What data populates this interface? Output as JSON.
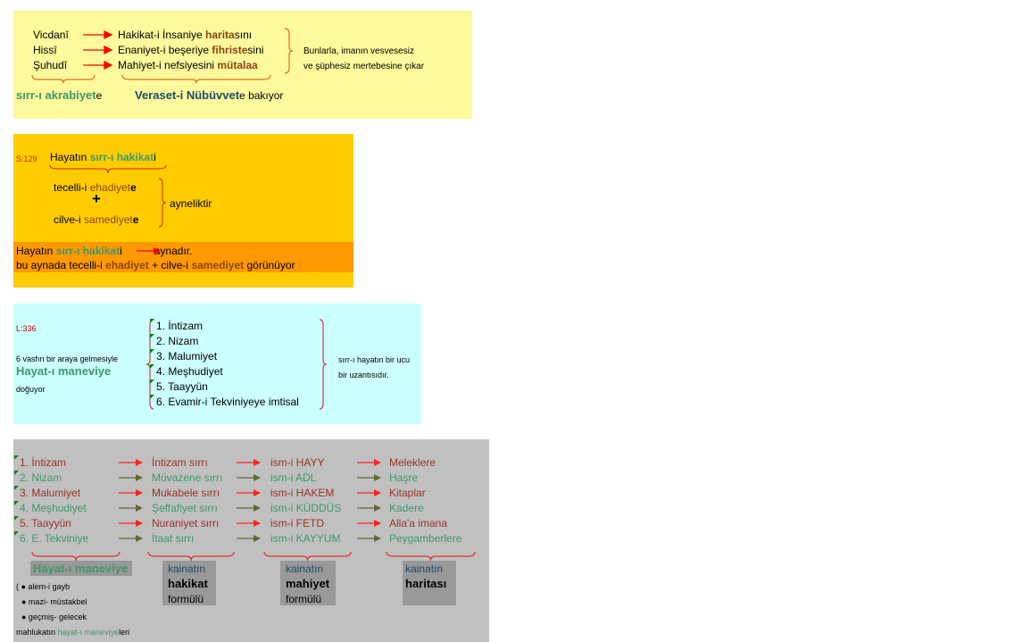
{
  "panel1": {
    "left": [
      "Vicdanî",
      "Hissî",
      "Şuhudî"
    ],
    "middle": [
      {
        "a": "Hakikat-i İnsaniye ",
        "b": "harita",
        "c": "sını"
      },
      {
        "a": "Enaniyet-i beşeriye ",
        "b": "fihriste",
        "c": "sini"
      },
      {
        "a": "Mahiyet-i nefsiyesini ",
        "b": "mütalaa",
        "c": ""
      }
    ],
    "right": [
      "Bunlarla, imanın vesvesesiz",
      "ve şüphesiz mertebesine çıkar"
    ],
    "bottom_left": {
      "a": "sırr-ı akrabiyet",
      "b": "e"
    },
    "bottom_right": {
      "a": "Veraset-i Nübüvvet",
      "b": "e",
      "c": " bakıyor"
    }
  },
  "panel2": {
    "ref": "S:129",
    "title": {
      "a": "Hayatın ",
      "b": "sırr-ı hakikat",
      "c": "i"
    },
    "line1": {
      "a": "tecelli-i ",
      "b": "ehadiyet",
      "c": "e"
    },
    "plus": "+",
    "line2": {
      "a": "cilve-i ",
      "b": "samediyet",
      "c": "e"
    },
    "result": "ayneliktir",
    "band1": {
      "a": "Hayatın ",
      "b": "sırr-ı hakikat",
      "c": "i",
      "d": "aynadır."
    },
    "band2": {
      "a": "bu aynada tecelli-i ",
      "b": "ehadiyet",
      "c": " + cilve-i ",
      "d": "samediyet",
      "e": " görünüyor"
    }
  },
  "panel3": {
    "ref": "L:336",
    "left": [
      "6 vasfın bir araya gelmesiyle",
      "Hayat-ı maneviye",
      "doğuyor"
    ],
    "items": [
      "1. İntizam",
      "2. Nizam",
      "3. Malumiyet",
      "4. Meşhudiyet",
      "5. Taayyün",
      "6. Evamir-i Tekviniyeye imtisal"
    ],
    "right": [
      "sırr-ı hayatın bir ucu",
      "bir uzantısıdır."
    ]
  },
  "panel4": {
    "rows": [
      [
        "1. İntizam",
        "İntizam sırrı",
        "ism-i HAYY",
        "Meleklere"
      ],
      [
        "2. Nizam",
        "Müvazene sırrı",
        "ism-i ADL",
        "Haşre"
      ],
      [
        "3. Malumiyet",
        "Mukabele sırrı",
        "ism-i HAKEM",
        "Kitaplar"
      ],
      [
        "4. Meşhudiyet",
        "Şeffafiyet sırrı",
        "ism-i KÜDDÜS",
        "Kadere"
      ],
      [
        "5. Taayyün",
        "Nuraniyet sırrı",
        "ism-i FETD",
        "Alla'a imana"
      ],
      [
        "6. E. Tekviniye",
        "İtaat sırrı",
        "ism-i KAYYUM",
        "Peygamberlere"
      ]
    ],
    "label1": "Hayat-ı maneviye",
    "boxes": [
      [
        "kainatın",
        "hakikat",
        "formülü"
      ],
      [
        "kainatın",
        "mahiyet",
        "formülü"
      ],
      [
        "kainatın",
        "haritası",
        ""
      ]
    ],
    "bullets": [
      "( ● alem-i gayb",
      "● mazi- müstakbel",
      "● geçmiş- gelecek"
    ],
    "footer": {
      "a": "mahlukatın ",
      "b": "hayat-ı maneviye",
      "c": "leri"
    }
  }
}
